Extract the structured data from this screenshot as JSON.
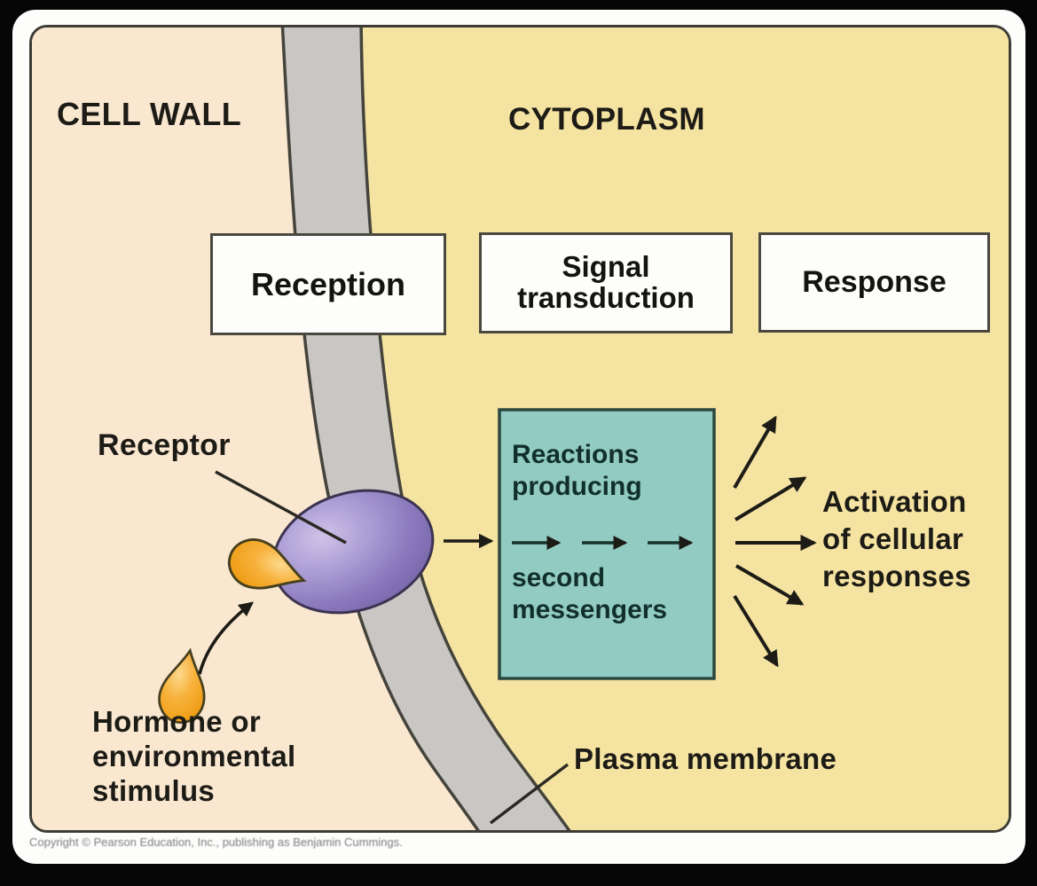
{
  "colors": {
    "outer_bg": "#060606",
    "frame_white": "#fdfdfc",
    "cell_wall_bg": "#f9e7d0",
    "cytoplasm_bg": "#f4e3a1",
    "membrane_gray": "#c9c7c3",
    "membrane_edge": "#45443c",
    "panel_border": "#3e3d35",
    "stage_box_bg": "#fdfdfb",
    "stage_box_border": "#4a493f",
    "teal_bg": "#92cbc2",
    "teal_border": "#2b473f",
    "teal_text": "#12302b",
    "text_dark": "#1d1b16",
    "purple_receptor": "#9183c2",
    "orange_hormone": "#f2a01e",
    "copyright_gray": "#7d7d7d"
  },
  "regions": {
    "cell_wall": "CELL WALL",
    "cytoplasm": "CYTOPLASM"
  },
  "stages": {
    "reception": "Reception",
    "signal_transduction_lines": [
      "Signal",
      "transduction"
    ],
    "response": "Response"
  },
  "labels": {
    "receptor": "Receptor",
    "hormone_lines": [
      "Hormone or",
      "environmental",
      "stimulus"
    ],
    "plasma_membrane": "Plasma membrane",
    "activation_lines": [
      "Activation",
      "of cellular",
      "responses"
    ]
  },
  "reactions_box": {
    "top_lines": [
      "Reactions",
      "producing"
    ],
    "bottom_lines": [
      "second",
      "messengers"
    ]
  },
  "icons": {
    "membrane_band": "gray curved band crossing panel",
    "receptor_oval": "purple ellipse on membrane",
    "hormone_drop": "orange teardrop",
    "bound_ligand": "orange teardrop docked to receptor",
    "flow_arrows": "black signal-flow arrows"
  },
  "footer": {
    "copyright": "Copyright © Pearson Education, Inc., publishing as Benjamin Cummings."
  }
}
